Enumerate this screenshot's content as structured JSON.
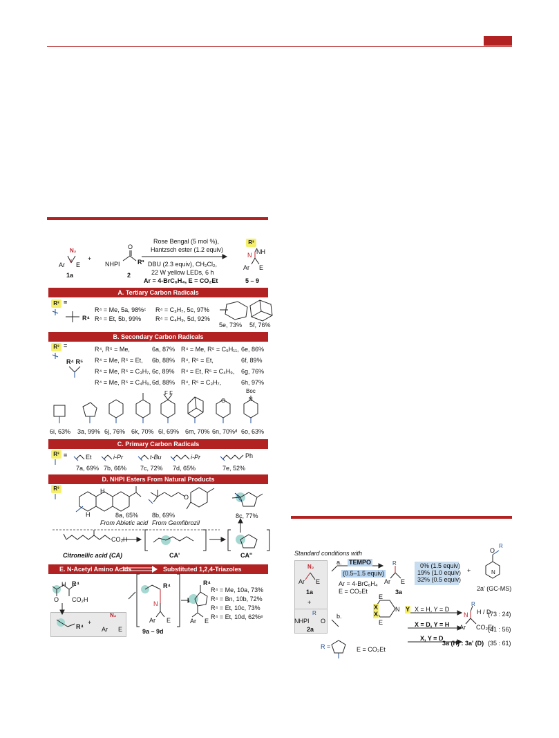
{
  "header": {
    "accent": "#b22222"
  },
  "scheme": {
    "substrates": {
      "n2": "N₂",
      "ar": "Ar",
      "e": "E",
      "label1": "1a",
      "plus": "+",
      "nhpi": "NHPI",
      "o": "O",
      "r3": "R³",
      "label2": "2"
    },
    "conditions": {
      "line1": "Rose Bengal (5 mol %),",
      "line2": "Hantzsch ester (1.2 equiv)",
      "line3": "DBU (2.3 equiv),  CH₂Cl₂,",
      "line4": "22 W yellow LEDs, 6 h",
      "line5": "Ar = 4-BrC₆H₄, E = CO₂Et"
    },
    "product": {
      "r3": "R³",
      "nh": "NH",
      "n": "N",
      "ar": "Ar",
      "e": "E",
      "label": "5 – 9"
    }
  },
  "sectionA": {
    "title": "A. Tertiary Carbon Radicals",
    "r3": "R³",
    "eq": "=",
    "r4": "R⁴",
    "row1a": "R⁴ = Me, 5a, 98%ᶜ",
    "row1b": "R⁴ = C₃H₇, 5c, 97%",
    "row2a": "R⁴ = Et,  5b, 99%",
    "row2b": "R⁴ = C₄H₉, 5d, 92%",
    "label5e": "5e, 73%",
    "label5f": "5f, 76%"
  },
  "sectionB": {
    "title": "B. Secondary Carbon Radicals",
    "r3": "R³",
    "eq": "=",
    "r4r5": "R⁴   R⁵",
    "rows": [
      {
        "left": "R⁴, R⁵ = Me,",
        "lval": "6a, 87%",
        "right": "R⁴ = Me, R⁵ = C₅H₁₁,",
        "rval": "6e, 86%"
      },
      {
        "left": "R⁴ = Me, R⁵ = Et,",
        "lval": "6b, 88%",
        "right": "R⁴, R⁵ = Et,",
        "rval": "6f, 89%"
      },
      {
        "left": "R⁴ = Me, R⁵ = C₃H₇,",
        "lval": "6c, 89%",
        "right": "R⁴ = Et, R⁵ = C₄H₉,",
        "rval": "6g, 76%"
      },
      {
        "left": "R⁴ = Me, R⁵ = C₄H₉,",
        "lval": "6d, 88%",
        "right": "R⁴, R⁵ = C₃H₇,",
        "rval": "6h, 97%"
      }
    ],
    "rings": [
      {
        "label": "6i, 63%"
      },
      {
        "label": "3a, 99%"
      },
      {
        "label": "6j, 76%"
      },
      {
        "label": "6k, 70%"
      },
      {
        "label": "6l, 69%"
      },
      {
        "label": "6m, 70%"
      },
      {
        "label": "6n, 70%ᵈ"
      },
      {
        "label": "6o, 63%"
      }
    ],
    "ff": "F   F",
    "o": "O",
    "n": "N",
    "boc": "Boc"
  },
  "sectionC": {
    "title": "C. Primary Carbon Radicals",
    "r3": "R³",
    "eq": "=",
    "groups": [
      "Et",
      "i-Pr",
      "t-Bu",
      "i-Pr",
      "Ph"
    ],
    "labels": [
      "7a, 69%",
      "7b, 66%",
      "7c, 72%",
      "7d, 65%",
      "7e, 52%"
    ]
  },
  "sectionD": {
    "title": "D. NHPI Esters From Natural Products",
    "r3": "R³",
    "h": "H",
    "label8a": "8a, 65%",
    "src8a": "From Abietic acid",
    "label8b": "8b, 69%",
    "src8b": "From Gemfibrozil",
    "label8c": "8c, 77%",
    "o": "O",
    "co2h": "CO₂H",
    "citronellic": "Citronellic acid (CA)",
    "ca1": "CA'",
    "ca2": "CA''"
  },
  "sectionE": {
    "title_left": "E. N-Acetyl Amino Acids",
    "title_right": "Substituted 1,2,4-Triazoles",
    "nh": "H",
    "n": "N",
    "o": "O",
    "r4": "R⁴",
    "co2h": "CO₂H",
    "plus": "+",
    "n2": "N₂",
    "ar": "Ar",
    "e": "E",
    "label9": "9a – 9d",
    "results": [
      "R⁴ = Me, 10a, 73%",
      "R⁴ = Bn, 10b, 72%",
      "R⁴ = Et,  10c, 73%",
      "R⁴ = Et,  10d, 62%ᵉ"
    ]
  },
  "mechanism": {
    "title": "Standard conditions with",
    "n2": "N₂",
    "ar": "Ar",
    "e": "E",
    "label1a": "1a",
    "plus": "+",
    "nhpi": "NHPI",
    "o": "O",
    "r": "R",
    "label2a": "2a",
    "a": "a.",
    "tempo": "TEMPO",
    "tempo_eq": "(0.5–1.5 equiv)",
    "ar_def": "Ar = 4-BrC₆H₄",
    "e_def": "E = CO₂Et",
    "yields": [
      "0% (1.5 equiv)",
      "19% (1.0 equiv)",
      "32% (0.5 equiv)"
    ],
    "label3a": "3a",
    "plus2": "+",
    "label2a_prime": "2a' (GC-MS)",
    "b": "b.",
    "x": "X",
    "y": "Y",
    "n": "N",
    "e_def2": "E = CO₂Et",
    "r_eq": "R =",
    "cond1": "X = H, Y = D",
    "cond2": "X = D, Y = H",
    "cond3": "X, Y = D",
    "h_d": "H / D",
    "co2et": "CO₂Et",
    "res1": "(73 : 24)",
    "res2": "(41 : 56)",
    "res3_label": "3a (H) : 3a' (D)",
    "res3": "(35 : 61)"
  }
}
